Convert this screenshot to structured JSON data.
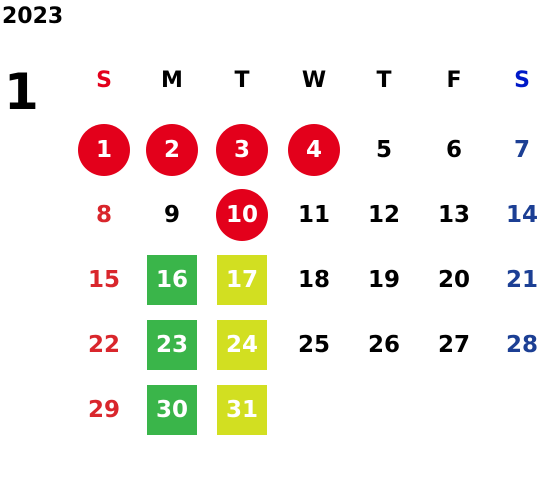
{
  "year": "2023",
  "month": "1",
  "weekdays": [
    "S",
    "M",
    "T",
    "W",
    "T",
    "F",
    "S"
  ],
  "weeks": [
    [
      {
        "day": "1",
        "style": "holiday-circle"
      },
      {
        "day": "2",
        "style": "holiday-circle"
      },
      {
        "day": "3",
        "style": "holiday-circle"
      },
      {
        "day": "4",
        "style": "holiday-circle"
      },
      {
        "day": "5",
        "style": "normal"
      },
      {
        "day": "6",
        "style": "normal"
      },
      {
        "day": "7",
        "style": "saturday"
      }
    ],
    [
      {
        "day": "8",
        "style": "sunday"
      },
      {
        "day": "9",
        "style": "normal"
      },
      {
        "day": "10",
        "style": "holiday-circle"
      },
      {
        "day": "11",
        "style": "normal"
      },
      {
        "day": "12",
        "style": "normal"
      },
      {
        "day": "13",
        "style": "normal"
      },
      {
        "day": "14",
        "style": "saturday"
      }
    ],
    [
      {
        "day": "15",
        "style": "sunday"
      },
      {
        "day": "16",
        "style": "green-square"
      },
      {
        "day": "17",
        "style": "yellow-square"
      },
      {
        "day": "18",
        "style": "normal"
      },
      {
        "day": "19",
        "style": "normal"
      },
      {
        "day": "20",
        "style": "normal"
      },
      {
        "day": "21",
        "style": "saturday"
      }
    ],
    [
      {
        "day": "22",
        "style": "sunday"
      },
      {
        "day": "23",
        "style": "green-square"
      },
      {
        "day": "24",
        "style": "yellow-square"
      },
      {
        "day": "25",
        "style": "normal"
      },
      {
        "day": "26",
        "style": "normal"
      },
      {
        "day": "27",
        "style": "normal"
      },
      {
        "day": "28",
        "style": "saturday"
      }
    ],
    [
      {
        "day": "29",
        "style": "sunday"
      },
      {
        "day": "30",
        "style": "green-square"
      },
      {
        "day": "31",
        "style": "yellow-square"
      }
    ]
  ],
  "colors": {
    "sunday_header": "#e3001b",
    "saturday_header": "#0019c8",
    "sunday": "#d9262c",
    "saturday": "#1c3f94",
    "normal": "#000000",
    "holiday": "#e3001b",
    "green": "#3ab54a",
    "yellow": "#d2df21"
  }
}
